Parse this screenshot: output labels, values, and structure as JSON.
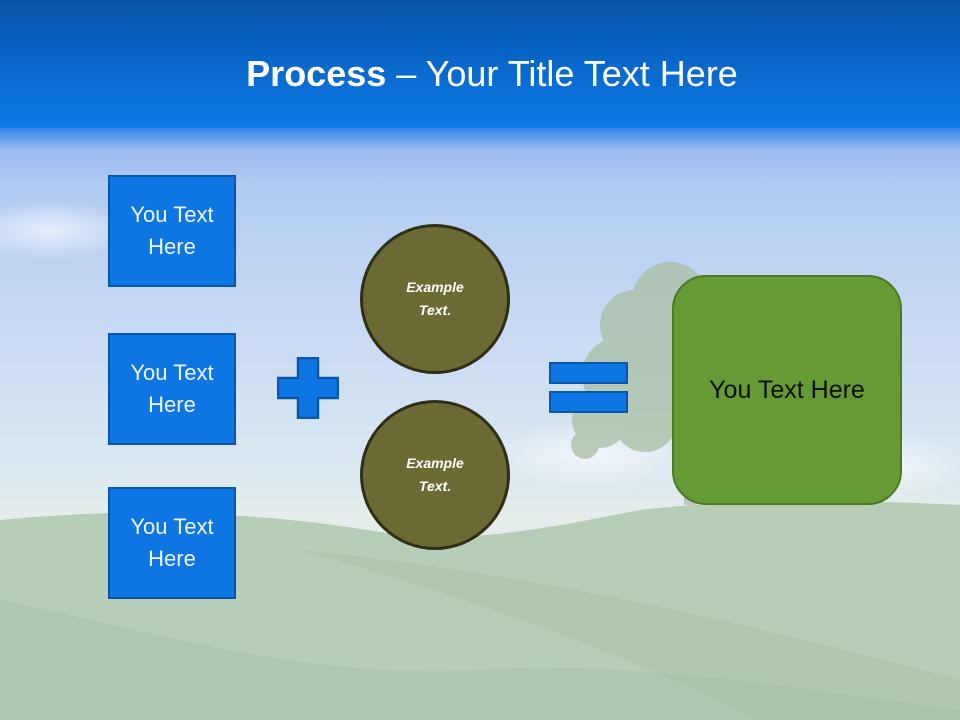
{
  "title": {
    "bold_part": "Process",
    "rest": " – Your Title Text Here"
  },
  "left_boxes": [
    {
      "label": "You Text Here"
    },
    {
      "label": "You Text Here"
    },
    {
      "label": "You Text Here"
    }
  ],
  "operators": {
    "plus": "plus-icon",
    "equals": "equals-icon"
  },
  "circles": [
    {
      "label": "Example Text."
    },
    {
      "label": "Example Text."
    }
  ],
  "result": {
    "label": "You Text Here"
  },
  "colors": {
    "header_blue": "#0a6fd6",
    "box_blue": "#0e76e2",
    "box_border": "#0a56aa",
    "circle_olive": "#6b6a35",
    "result_green": "#659a35"
  }
}
